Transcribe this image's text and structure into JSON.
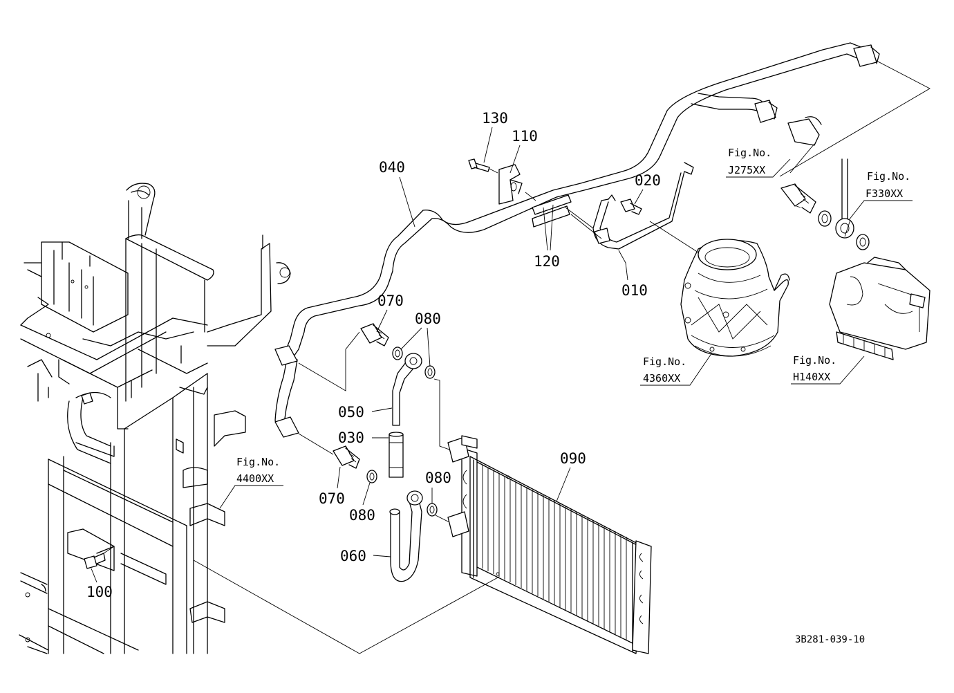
{
  "parts": [
    {
      "id": "p010",
      "label": "010"
    },
    {
      "id": "p020",
      "label": "020"
    },
    {
      "id": "p030",
      "label": "030"
    },
    {
      "id": "p040",
      "label": "040"
    },
    {
      "id": "p050",
      "label": "050"
    },
    {
      "id": "p060",
      "label": "060"
    },
    {
      "id": "p070a",
      "label": "070"
    },
    {
      "id": "p070b",
      "label": "070"
    },
    {
      "id": "p080a",
      "label": "080"
    },
    {
      "id": "p080b",
      "label": "080"
    },
    {
      "id": "p080c",
      "label": "080"
    },
    {
      "id": "p090",
      "label": "090"
    },
    {
      "id": "p100",
      "label": "100"
    },
    {
      "id": "p110",
      "label": "110"
    },
    {
      "id": "p120",
      "label": "120"
    },
    {
      "id": "p130",
      "label": "130"
    }
  ],
  "figure_refs": [
    {
      "id": "j275",
      "title": "Fig.No.",
      "number": "J275XX"
    },
    {
      "id": "f330",
      "title": "Fig.No.",
      "number": "F330XX"
    },
    {
      "id": "r4360",
      "title": "Fig.No.",
      "number": "4360XX"
    },
    {
      "id": "h140",
      "title": "Fig.No.",
      "number": "H140XX"
    },
    {
      "id": "r4400",
      "title": "Fig.No.",
      "number": "4400XX"
    }
  ],
  "drawing_code": "3B281-039-10"
}
